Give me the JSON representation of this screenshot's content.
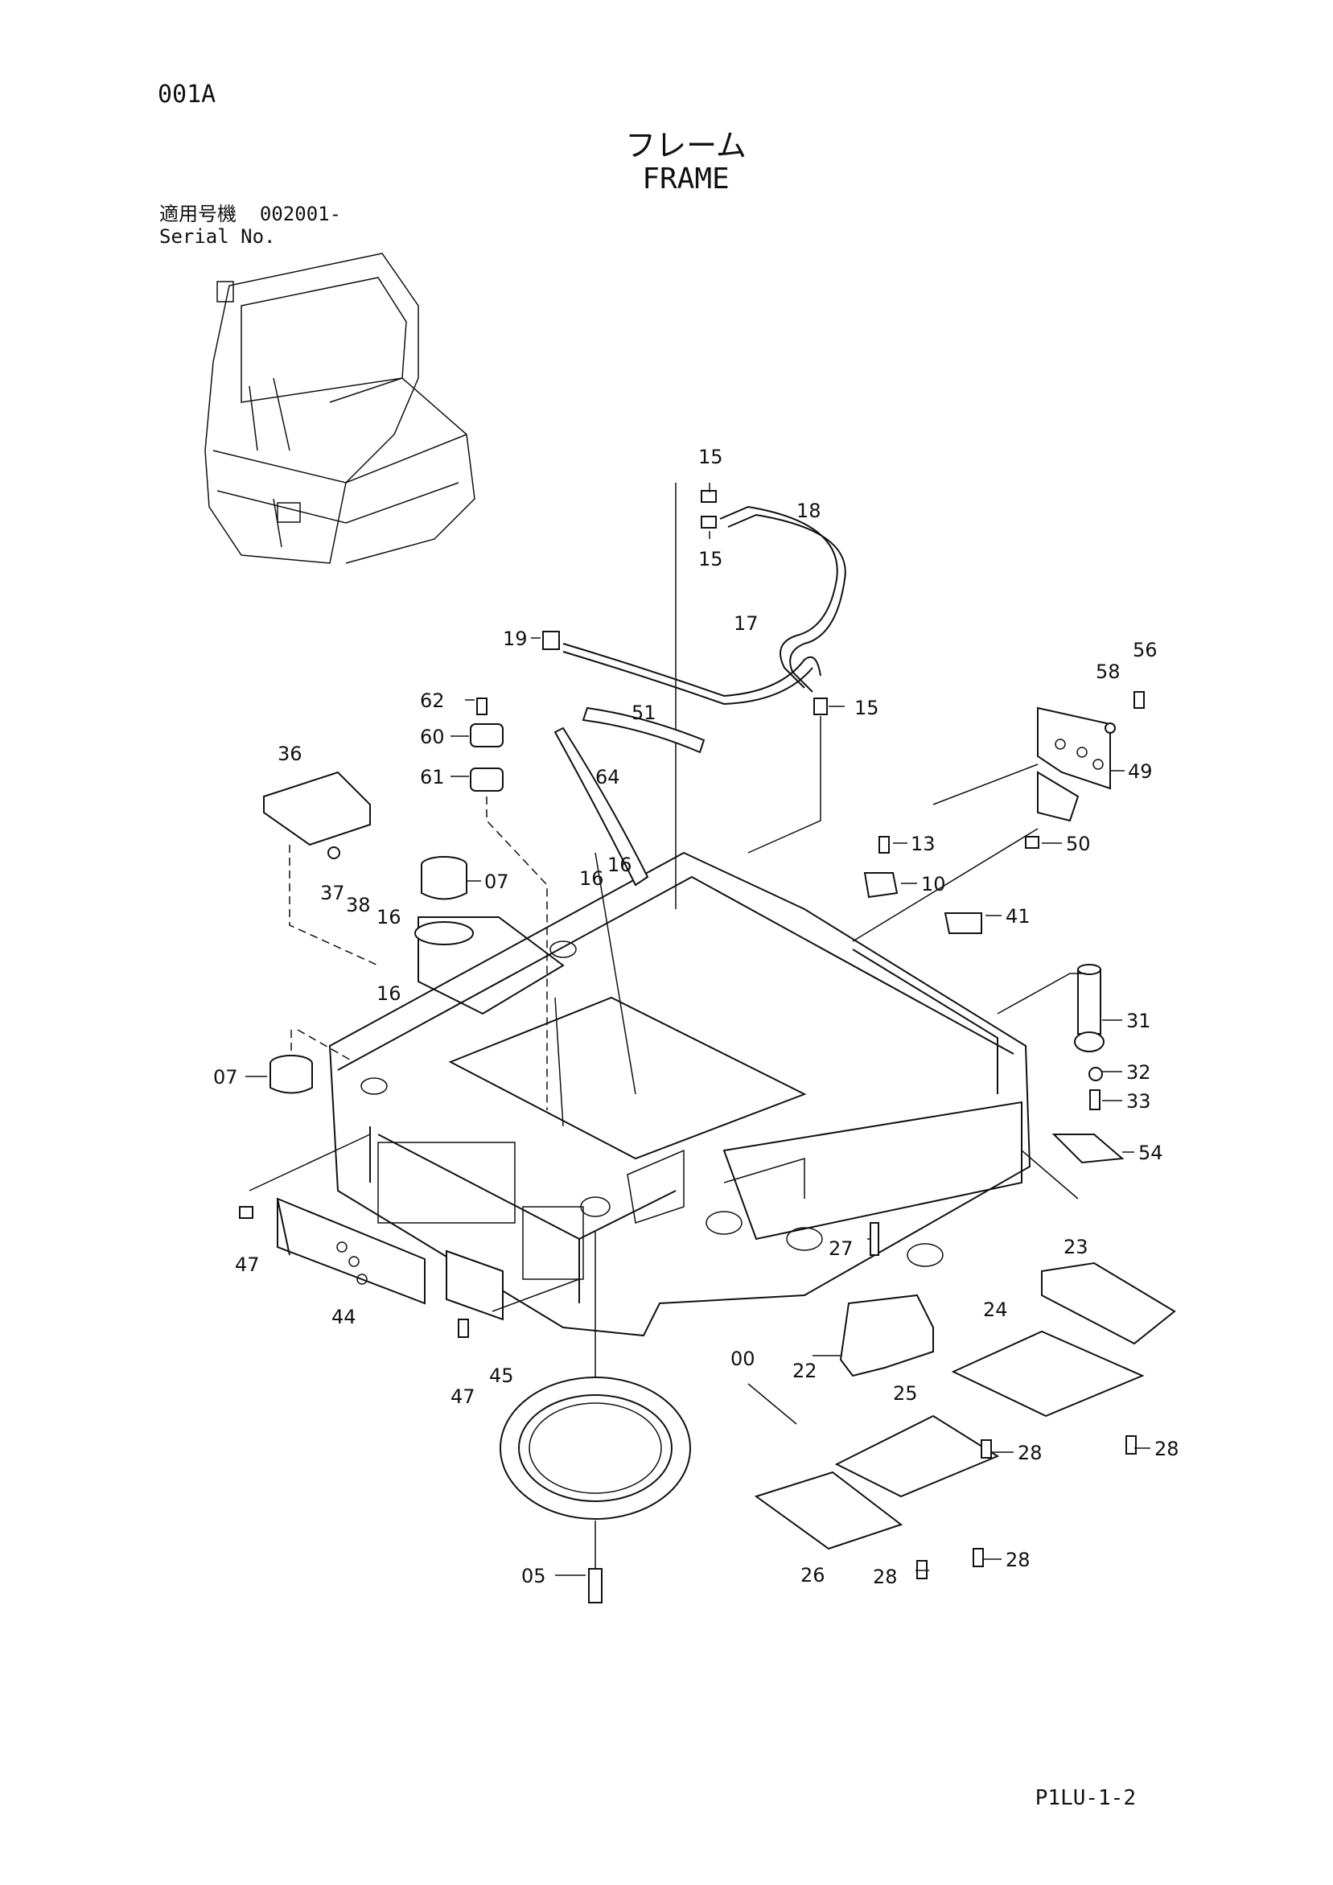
{
  "header": {
    "page_code": "001A",
    "title_jp": "フレーム",
    "title_en": "FRAME",
    "serial_label_jp": "適用号機",
    "serial_value": "002001-",
    "serial_label_en": "Serial No."
  },
  "footer": {
    "page_ref": "P1LU-1-2"
  },
  "callouts": [
    {
      "id": "c15a",
      "text": "15"
    },
    {
      "id": "c15b",
      "text": "15"
    },
    {
      "id": "c18",
      "text": "18"
    },
    {
      "id": "c17",
      "text": "17"
    },
    {
      "id": "c19",
      "text": "19"
    },
    {
      "id": "c15c",
      "text": "15"
    },
    {
      "id": "c56",
      "text": "56"
    },
    {
      "id": "c58",
      "text": "58"
    },
    {
      "id": "c49",
      "text": "49"
    },
    {
      "id": "c50",
      "text": "50"
    },
    {
      "id": "c62",
      "text": "62"
    },
    {
      "id": "c60",
      "text": "60"
    },
    {
      "id": "c61",
      "text": "61"
    },
    {
      "id": "c51",
      "text": "51"
    },
    {
      "id": "c64",
      "text": "64"
    },
    {
      "id": "c36",
      "text": "36"
    },
    {
      "id": "c37",
      "text": "37"
    },
    {
      "id": "c38",
      "text": "38"
    },
    {
      "id": "c07a",
      "text": "07"
    },
    {
      "id": "c16a",
      "text": "16"
    },
    {
      "id": "c16b",
      "text": "16"
    },
    {
      "id": "c16c",
      "text": "16"
    },
    {
      "id": "c16d",
      "text": "16"
    },
    {
      "id": "c13",
      "text": "13"
    },
    {
      "id": "c10",
      "text": "10"
    },
    {
      "id": "c41",
      "text": "41"
    },
    {
      "id": "c31",
      "text": "31"
    },
    {
      "id": "c32",
      "text": "32"
    },
    {
      "id": "c33",
      "text": "33"
    },
    {
      "id": "c07b",
      "text": "07"
    },
    {
      "id": "c54",
      "text": "54"
    },
    {
      "id": "c47a",
      "text": "47"
    },
    {
      "id": "c44",
      "text": "44"
    },
    {
      "id": "c47b",
      "text": "47"
    },
    {
      "id": "c45",
      "text": "45"
    },
    {
      "id": "c27",
      "text": "27"
    },
    {
      "id": "c23",
      "text": "23"
    },
    {
      "id": "c24",
      "text": "24"
    },
    {
      "id": "c00",
      "text": "00"
    },
    {
      "id": "c22",
      "text": "22"
    },
    {
      "id": "c25",
      "text": "25"
    },
    {
      "id": "c28a",
      "text": "28"
    },
    {
      "id": "c28b",
      "text": "28"
    },
    {
      "id": "c26",
      "text": "26"
    },
    {
      "id": "c28c",
      "text": "28"
    },
    {
      "id": "c28d",
      "text": "28"
    },
    {
      "id": "c05",
      "text": "05"
    }
  ]
}
